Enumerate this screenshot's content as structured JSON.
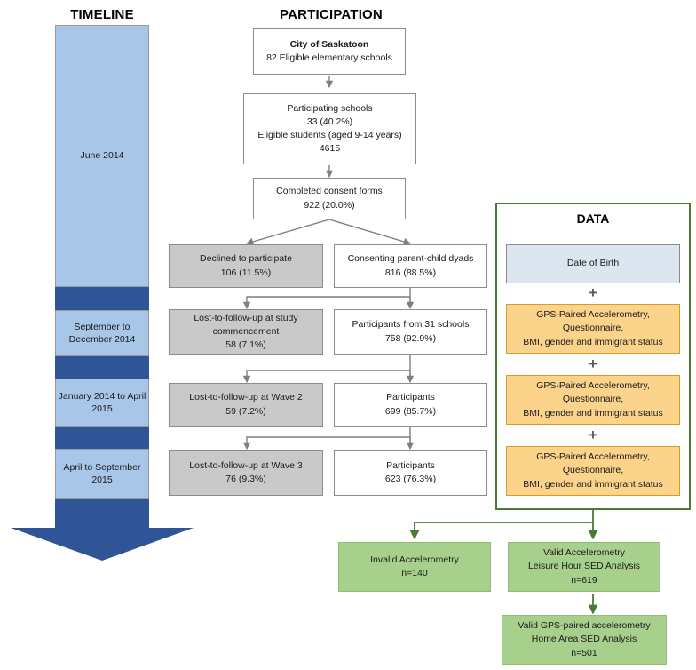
{
  "columns": {
    "timeline_title": "TIMELINE",
    "participation_title": "PARTICIPATION",
    "data_title": "DATA"
  },
  "timeline": {
    "segments": [
      {
        "label_line1": "June 2014",
        "label_line2": "",
        "color": "#a8c6e8"
      },
      {
        "label_line1": "September to",
        "label_line2": "December 2014",
        "color": "#a8c6e8"
      },
      {
        "label_line1": "January 2014 to",
        "label_line2": "April 2015",
        "color": "#a8c6e8"
      },
      {
        "label_line1": "April to",
        "label_line2": "September 2015",
        "color": "#a8c6e8"
      }
    ],
    "separator_color": "#2f5597",
    "arrow_color": "#2f5597"
  },
  "participation": {
    "nodes": [
      {
        "id": "city",
        "line1": "City of Saskatoon",
        "line2": "82 Eligible elementary schools",
        "line3": "",
        "line4": "",
        "style": "white"
      },
      {
        "id": "participating",
        "line1": "Participating schools",
        "line2": "33 (40.2%)",
        "line3": "Eligible students (aged 9-14 years)",
        "line4": "4615",
        "style": "white"
      },
      {
        "id": "consent",
        "line1": "Completed consent forms",
        "line2": "922 (20.0%)",
        "line3": "",
        "line4": "",
        "style": "white"
      },
      {
        "id": "declined",
        "line1": "Declined to participate",
        "line2": "106 (11.5%)",
        "line3": "",
        "line4": "",
        "style": "gray"
      },
      {
        "id": "dyads",
        "line1": "Consenting parent-child dyads",
        "line2": "816 (88.5%)",
        "line3": "",
        "line4": "",
        "style": "white"
      },
      {
        "id": "lost-commencement",
        "line1": "Lost-to-follow-up at study",
        "line2": "commencement",
        "line3": "58 (7.1%)",
        "line4": "",
        "style": "gray"
      },
      {
        "id": "participants-31",
        "line1": "Participants from 31 schools",
        "line2": "758 (92.9%)",
        "line3": "",
        "line4": "",
        "style": "white"
      },
      {
        "id": "lost-wave2",
        "line1": "Lost-to-follow-up at Wave 2",
        "line2": "59 (7.2%)",
        "line3": "",
        "line4": "",
        "style": "gray"
      },
      {
        "id": "participants-wave2",
        "line1": "Participants",
        "line2": "699 (85.7%)",
        "line3": "",
        "line4": "",
        "style": "white"
      },
      {
        "id": "lost-wave3",
        "line1": "Lost-to-follow-up at Wave 3",
        "line2": "76 (9.3%)",
        "line3": "",
        "line4": "",
        "style": "gray"
      },
      {
        "id": "participants-wave3",
        "line1": "Participants",
        "line2": "623 (76.3%)",
        "line3": "",
        "line4": "",
        "style": "white"
      }
    ]
  },
  "data_panel": {
    "border_color": "#4a7a34",
    "plus_symbol": "+",
    "items": [
      {
        "id": "dob",
        "line1": "Date of Birth",
        "line2": "",
        "line3": "",
        "style": "blue"
      },
      {
        "id": "wave1",
        "line1": "GPS-Paired Accelerometry,",
        "line2": "Questionnaire,",
        "line3": "BMI, gender and immigrant status",
        "style": "orange"
      },
      {
        "id": "wave2",
        "line1": "GPS-Paired Accelerometry,",
        "line2": "Questionnaire,",
        "line3": "BMI, gender and immigrant status",
        "style": "orange"
      },
      {
        "id": "wave3",
        "line1": "GPS-Paired Accelerometry,",
        "line2": "Questionnaire,",
        "line3": "BMI, gender and immigrant status",
        "style": "orange"
      }
    ]
  },
  "outcomes": {
    "nodes": [
      {
        "id": "invalid",
        "line1": "Invalid Accelerometry",
        "line2": "n=140",
        "line3": "",
        "style": "green"
      },
      {
        "id": "valid-leisure",
        "line1": "Valid Accelerometry",
        "line2": "Leisure Hour SED Analysis",
        "line3": "n=619",
        "style": "green"
      },
      {
        "id": "valid-home",
        "line1": "Valid GPS-paired accelerometry",
        "line2": "Home Area SED Analysis",
        "line3": "n=501",
        "style": "green"
      }
    ]
  },
  "colors": {
    "gray_box": "#c9c9c9",
    "white_box": "#ffffff",
    "blue_box": "#dce6f1",
    "orange_box": "#fbd38a",
    "green_box": "#a8d08d",
    "timeline_light": "#a8c6e8",
    "timeline_dark": "#2f5597",
    "connector_gray": "#7f7f7f",
    "connector_green": "#4a7a34"
  }
}
